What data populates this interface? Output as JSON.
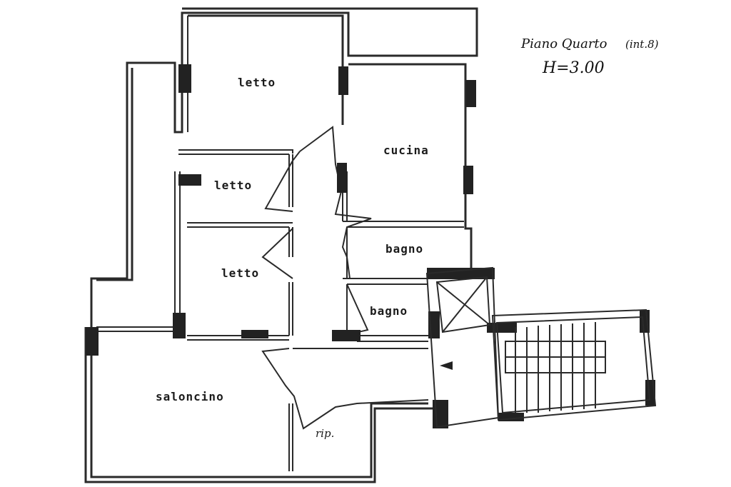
{
  "header": {
    "floor_title": "Piano Quarto",
    "unit": "(int.8)",
    "height": "H=3.00"
  },
  "rooms": [
    {
      "id": "letto-1",
      "label": "letto"
    },
    {
      "id": "cucina",
      "label": "cucina"
    },
    {
      "id": "letto-2",
      "label": "letto"
    },
    {
      "id": "bagno-1",
      "label": "bagno"
    },
    {
      "id": "letto-3",
      "label": "letto"
    },
    {
      "id": "bagno-2",
      "label": "bagno"
    },
    {
      "id": "saloncino",
      "label": "saloncino"
    },
    {
      "id": "ripostiglio",
      "label": "rip."
    }
  ]
}
